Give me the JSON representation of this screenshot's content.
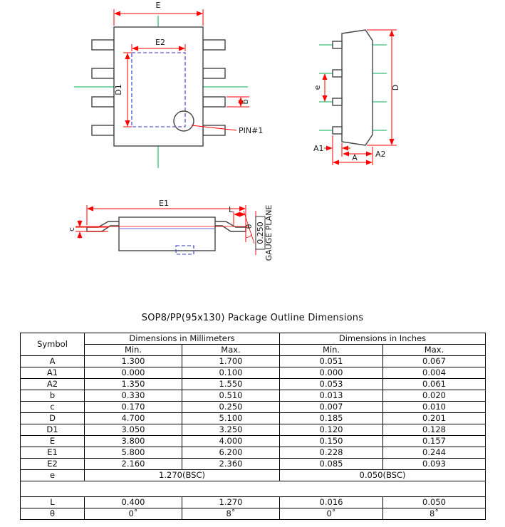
{
  "title": "SOP8/PP(95x130) Package Outline Dimensions",
  "diagram": {
    "labels": {
      "E": "E",
      "E2": "E2",
      "D1": "D1",
      "b": "b",
      "pin1": "PIN#1",
      "e": "e",
      "D": "D",
      "A1": "A1",
      "A2": "A2",
      "A": "A",
      "E1": "E1",
      "L": "L",
      "c": "c",
      "theta": "θ",
      "gauge_value": "0.250",
      "gauge_plane": "GAUGE PLANE"
    },
    "colors": {
      "outline": "#454545",
      "dimension_line": "#ff0000",
      "center_line": "#00b050",
      "hidden_line": "#3333cc"
    }
  },
  "table": {
    "headers": {
      "symbol": "Symbol",
      "mm": "Dimensions in Millimeters",
      "inches": "Dimensions in Inches",
      "min": "Min.",
      "max": "Max."
    },
    "rows": [
      {
        "symbol": "A",
        "mm_min": "1.300",
        "mm_max": "1.700",
        "in_min": "0.051",
        "in_max": "0.067"
      },
      {
        "symbol": "A1",
        "mm_min": "0.000",
        "mm_max": "0.100",
        "in_min": "0.000",
        "in_max": "0.004"
      },
      {
        "symbol": "A2",
        "mm_min": "1.350",
        "mm_max": "1.550",
        "in_min": "0.053",
        "in_max": "0.061"
      },
      {
        "symbol": "b",
        "mm_min": "0.330",
        "mm_max": "0.510",
        "in_min": "0.013",
        "in_max": "0.020"
      },
      {
        "symbol": "c",
        "mm_min": "0.170",
        "mm_max": "0.250",
        "in_min": "0.007",
        "in_max": "0.010"
      },
      {
        "symbol": "D",
        "mm_min": "4.700",
        "mm_max": "5.100",
        "in_min": "0.185",
        "in_max": "0.201"
      },
      {
        "symbol": "D1",
        "mm_min": "3.050",
        "mm_max": "3.250",
        "in_min": "0.120",
        "in_max": "0.128"
      },
      {
        "symbol": "E",
        "mm_min": "3.800",
        "mm_max": "4.000",
        "in_min": "0.150",
        "in_max": "0.157"
      },
      {
        "symbol": "E1",
        "mm_min": "5.800",
        "mm_max": "6.200",
        "in_min": "0.228",
        "in_max": "0.244"
      },
      {
        "symbol": "E2",
        "mm_min": "2.160",
        "mm_max": "2.360",
        "in_min": "0.085",
        "in_max": "0.093"
      },
      {
        "symbol": "e",
        "span_mm": "1.270(BSC)",
        "span_in": "0.050(BSC)"
      },
      {
        "empty": true
      },
      {
        "symbol": "L",
        "mm_min": "0.400",
        "mm_max": "1.270",
        "in_min": "0.016",
        "in_max": "0.050"
      },
      {
        "symbol": "θ",
        "mm_min": "0˚",
        "mm_max": "8˚",
        "in_min": "0˚",
        "in_max": "8˚"
      }
    ]
  }
}
